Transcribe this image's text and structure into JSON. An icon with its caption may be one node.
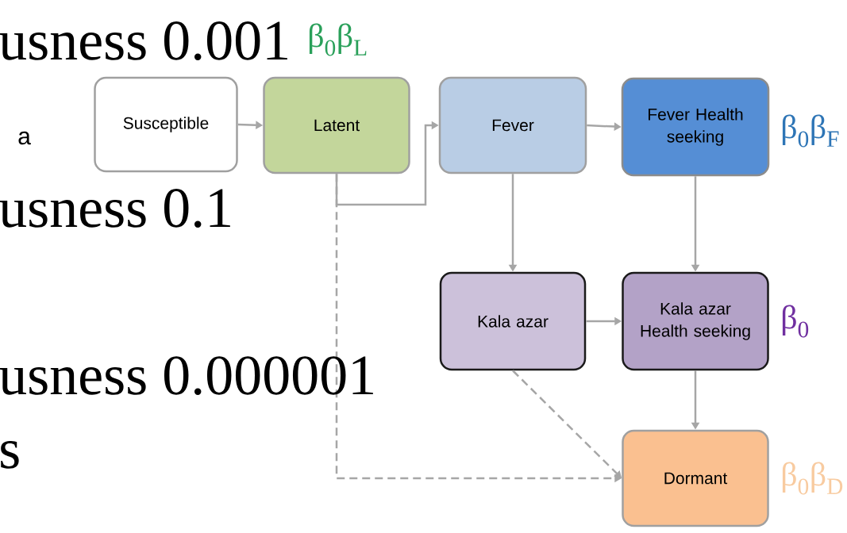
{
  "diagram": {
    "nodes": [
      {
        "text": [
          "Susceptible"
        ]
      },
      {
        "text": [
          "Latent"
        ],
        "beside": [
          "β$_{0}$β$_{L}$"
        ]
      },
      {
        "text": [
          "Fever"
        ]
      },
      {
        "text": [
          "Fever Health seeking"
        ],
        "beside": [
          "β$_{0}$β$_{F}$"
        ]
      },
      {
        "text": [
          "Kala azar"
        ]
      },
      {
        "text": [
          "Kala azar Health seeking"
        ],
        "beside": [
          "β$_{0}$"
        ]
      },
      {
        "text": [
          "Dormant"
        ],
        "beside": [
          "β$_{0}$β$_{D}$"
        ]
      }
    ],
    "edges": [
      {
        "from": 0,
        "to": 1,
        "arrow": "to"
      },
      {
        "from": 1,
        "to": 2,
        "arrow": "to"
      },
      {
        "from": 2,
        "to": 3,
        "arrow": "to"
      },
      {
        "from": 2,
        "to": 4,
        "arrow": "to"
      },
      {
        "from": 3,
        "to": 5,
        "arrow": "to"
      },
      {
        "from": 4,
        "to": 5,
        "arrow": "to"
      },
      {
        "from": 5,
        "to": 6,
        "arrow": "to"
      },
      {
        "from": 4,
        "to": 6,
        "arrow": "to",
        "style": "dashed"
      },
      {
        "from": 1,
        "to": 6,
        "arrow": "to",
        "style": "dashed"
      }
    ],
    "labels": [
      "usness 0.001",
      "a",
      "usness 0.1",
      "usness 0.000001",
      "s"
    ]
  }
}
